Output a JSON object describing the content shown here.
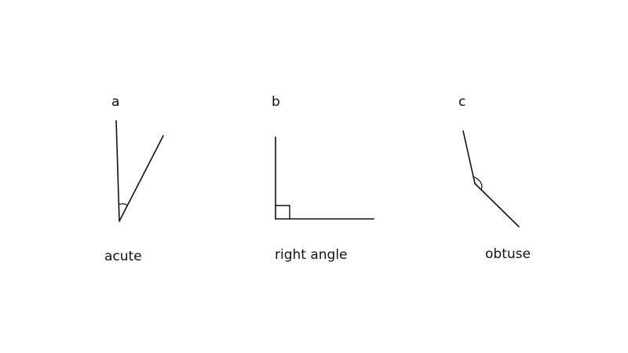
{
  "figure": {
    "panels": [
      {
        "id": "a",
        "letter": "a",
        "caption": "acute",
        "type": "acute-angle",
        "vertex": [
          152,
          282
        ],
        "ray1_end": [
          148,
          154
        ],
        "ray2_end": [
          208,
          173
        ]
      },
      {
        "id": "b",
        "letter": "b",
        "caption": "right angle",
        "type": "right-angle",
        "vertex": [
          351,
          279
        ],
        "ray1_end": [
          351,
          175
        ],
        "ray2_end": [
          476,
          279
        ]
      },
      {
        "id": "c",
        "letter": "c",
        "caption": "obtuse",
        "type": "obtuse-angle",
        "vertex": [
          605,
          234
        ],
        "ray1_end": [
          590,
          167
        ],
        "ray2_end": [
          661,
          289
        ]
      }
    ],
    "colors": {
      "line": "#111111",
      "background": "#ffffff"
    }
  }
}
